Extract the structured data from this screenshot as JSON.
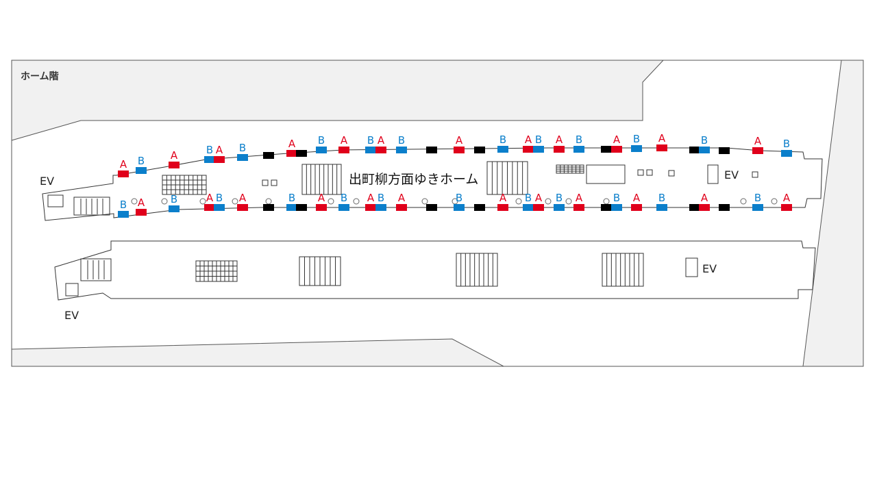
{
  "map": {
    "floor_label": "ホーム階",
    "platform_label": "出町柳方面ゆきホーム",
    "ev_labels": [
      "EV",
      "EV",
      "EV",
      "EV"
    ]
  },
  "colors": {
    "car_a": "#e0001b",
    "car_b": "#0b7fcb",
    "door_black": "#000000",
    "background_gray": "#f1f1f1"
  },
  "legend_marks": {
    "top_row": [
      "A",
      "B",
      "A",
      "B",
      "A",
      "B",
      "",
      "A",
      "",
      "B",
      "A",
      "B",
      "A",
      "B",
      "",
      "A",
      "",
      "B",
      "A",
      "B",
      "A",
      "B",
      "",
      "A",
      "B",
      "A",
      "",
      "B",
      "",
      "A",
      "B"
    ],
    "bottom_row": [
      "B",
      "A",
      "B",
      "A",
      "B",
      "A",
      "",
      "B",
      "",
      "A",
      "B",
      "A",
      "B",
      "A",
      "",
      "B",
      "",
      "A",
      "B",
      "A",
      "B",
      "A",
      "",
      "B",
      "A",
      "B",
      "",
      "A",
      "",
      "B",
      "A"
    ]
  }
}
